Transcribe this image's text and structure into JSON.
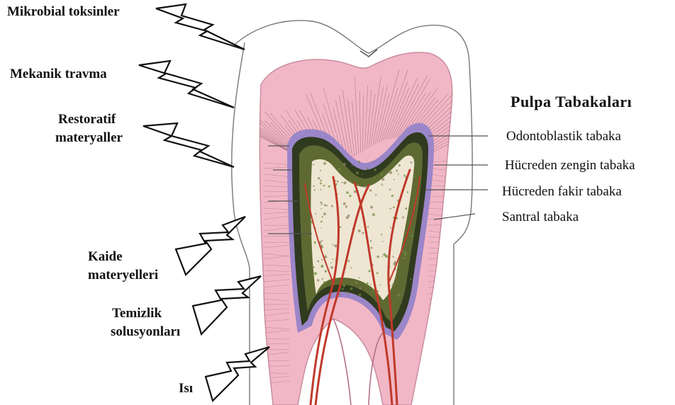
{
  "diagram": {
    "irritants": [
      {
        "id": "microbial",
        "text": "Mikrobial toksinler"
      },
      {
        "id": "trauma",
        "text": "Mekanik travma"
      },
      {
        "id": "restorative_1",
        "text": "Restoratif"
      },
      {
        "id": "restorative_2",
        "text": "materyaller"
      },
      {
        "id": "base_1",
        "text": "Kaide"
      },
      {
        "id": "base_2",
        "text": "materyelleri"
      },
      {
        "id": "clean_1",
        "text": "Temizlik"
      },
      {
        "id": "clean_2",
        "text": "solusyonları"
      },
      {
        "id": "heat",
        "text": "Isı"
      }
    ],
    "layers_title": "Pulpa Tabakaları",
    "layers": [
      {
        "id": "odontoblast",
        "text": "Odontoblastik tabaka"
      },
      {
        "id": "cell_rich",
        "text": "Hücreden zengin tabaka"
      },
      {
        "id": "cell_poor",
        "text": "Hücreden fakir tabaka"
      },
      {
        "id": "central",
        "text": "Santral tabaka"
      }
    ]
  },
  "colors": {
    "enamel": "#ffffff",
    "dentin": "#f2b7c6",
    "dentin_tubules": "#7a4a5a",
    "pulp_outer": "#2f3a1e",
    "pulp_mid": "#5e6a32",
    "pulp_core": "#eee6d2",
    "odontoblast_rim": "#9b86c9",
    "vessel": "#c0392b",
    "outline": "#777777"
  }
}
